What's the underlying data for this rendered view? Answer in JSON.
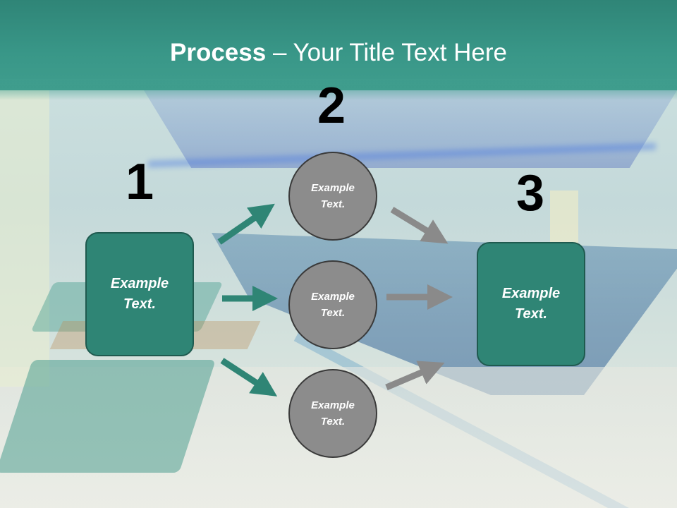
{
  "title": {
    "bold": "Process",
    "rest": " – Your Title Text Here"
  },
  "numbers": [
    "1",
    "2",
    "3"
  ],
  "boxes": [
    "Example Text.",
    "Example Text."
  ],
  "circles": [
    "Example Text.",
    "Example Text.",
    "Example Text."
  ],
  "colors": {
    "title_band": "#399788",
    "box_fill": "#2f8575",
    "circle_fill": "#8c8c8c",
    "arrow_teal": "#2f8575",
    "arrow_gray": "#8a8a8a"
  }
}
